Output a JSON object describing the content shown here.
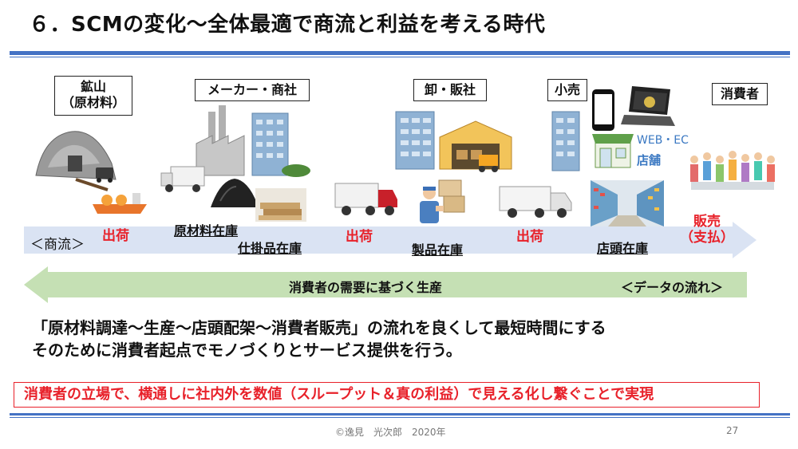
{
  "title": "６．SCMの変化～全体最適で商流と利益を考える時代",
  "stages": {
    "mine": "鉱山",
    "mine_sub": "（原材料）",
    "maker": "メーカー・商社",
    "wholesale": "卸・販社",
    "retail": "小売",
    "consumer": "消費者"
  },
  "web_ec": "WEB・EC",
  "store": "店舗",
  "flow": {
    "commerce": "＜商流＞",
    "ship1": "出荷",
    "ship2": "出荷",
    "ship3": "出荷",
    "sale": "販売",
    "sale_sub": "（支払）",
    "raw_inventory": "原材料在庫",
    "wip_inventory": "仕掛品在庫",
    "product_inventory": "製品在庫",
    "store_inventory": "店頭在庫"
  },
  "green_arrow": {
    "label": "消費者の需要に基づく生産",
    "data_flow": "＜データの流れ＞"
  },
  "main_text": {
    "line1": "「原材料調達～生産～店頭配架～消費者販売」の流れを良くして最短時間にする",
    "line2": "そのために消費者起点でモノづくりとサービス提供を行う。"
  },
  "highlight": "消費者の立場で、横通しに社内外を数値（スループット＆真の利益）で見える化し繋ぐことで実現",
  "footer": {
    "copyright": "©逸見　光次郎　2020年",
    "page": "27"
  },
  "colors": {
    "accent_blue": "#4472c4",
    "arrow_blue": "#dae3f3",
    "arrow_green": "#c5e0b4",
    "red": "#e8212a"
  }
}
